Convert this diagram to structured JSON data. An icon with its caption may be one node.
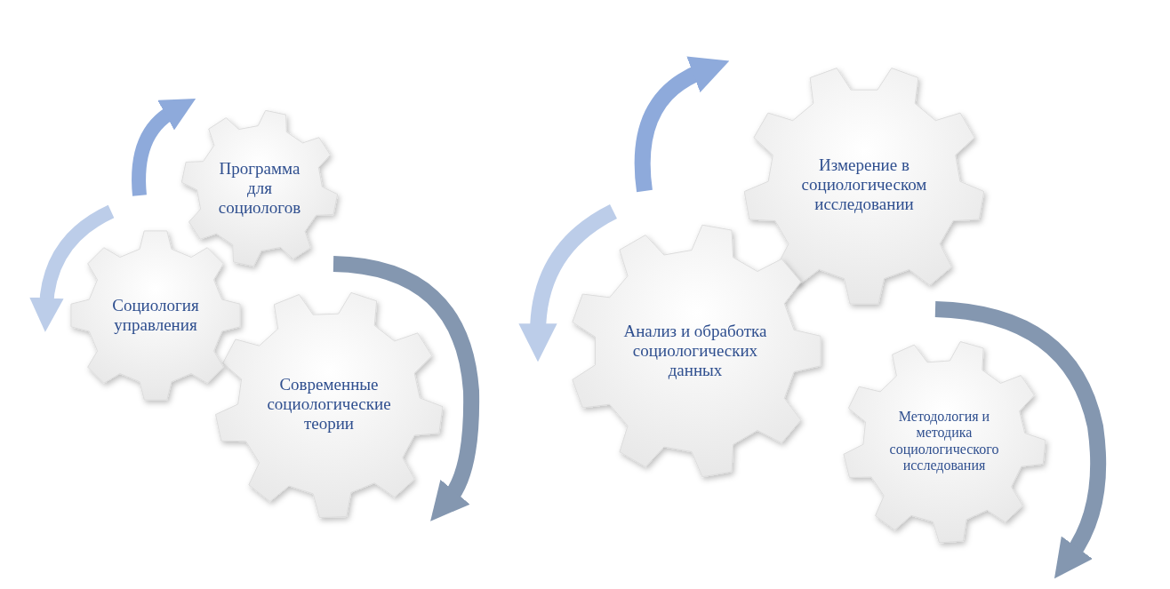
{
  "diagram": {
    "nodes": [
      {
        "text": [
          "Программа для социологов"
        ]
      },
      {
        "text": [
          "Социология управления"
        ]
      },
      {
        "text": [
          "Современные социологические теории"
        ]
      },
      {
        "text": [
          "Измерение в социологическом исследовании"
        ]
      },
      {
        "text": [
          "Анализ и обработка социологических данных"
        ]
      },
      {
        "text": [
          "Методология и методика социологического исследования"
        ]
      }
    ],
    "edges": []
  }
}
